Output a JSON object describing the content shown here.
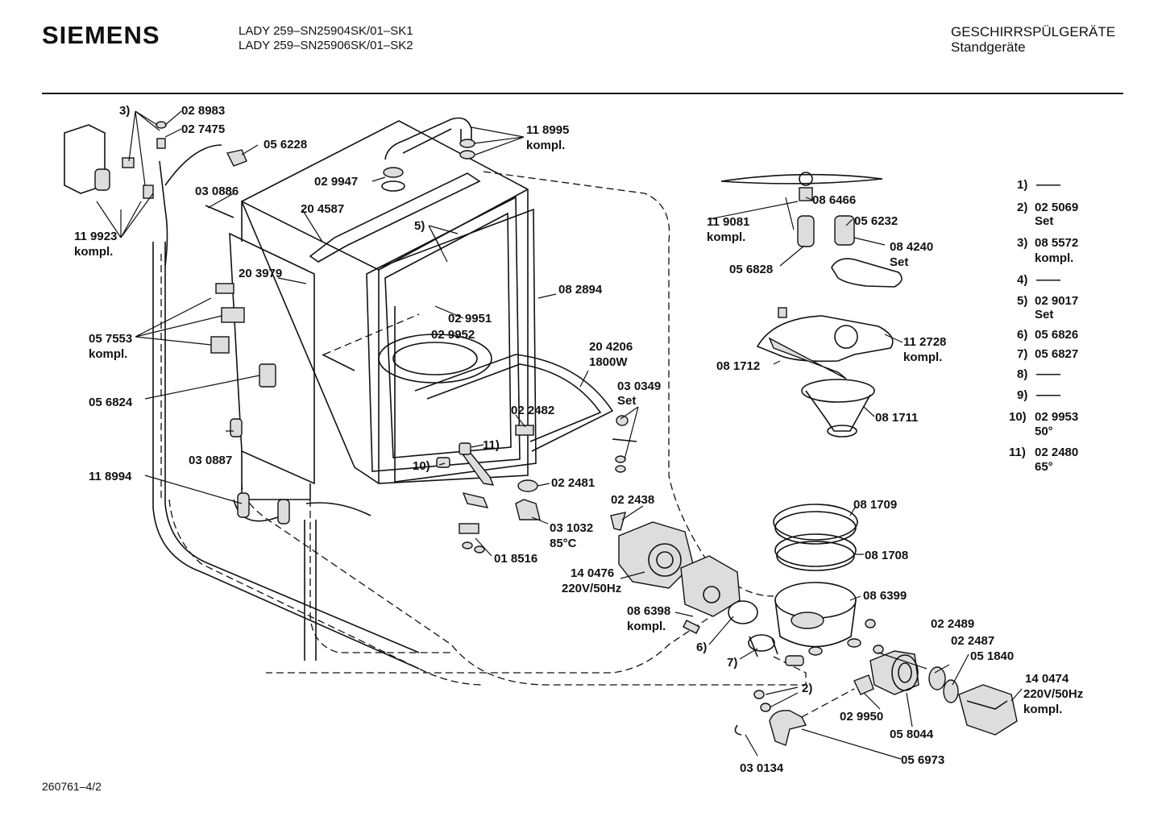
{
  "header": {
    "brand": "SIEMENS",
    "model_line1": "LADY 259–SN25904SK/01–SK1",
    "model_line2": "LADY 259–SN25906SK/01–SK2",
    "category": "GESCHIRRSPÜLGERÄTE",
    "subcategory": "Standgeräte"
  },
  "footer": {
    "drawing_number": "260761–4/2"
  },
  "labels": {
    "l3": "3)",
    "p028983": "02 8983",
    "p027475": "02 7475",
    "p056228": "05 6228",
    "p118995": "11 8995",
    "p118995k": "kompl.",
    "p029947": "02 9947",
    "p030886": "03 0886",
    "p204587": "20 4587",
    "l5": "5)",
    "p119923": "11 9923",
    "p119923k": "kompl.",
    "p203979": "20 3979",
    "p082894": "08 2894",
    "p029951": "02 9951",
    "p029952": "02 9952",
    "p057553": "05 7553",
    "p057553k": "kompl.",
    "p204206": "20 4206",
    "p204206w": "1800W",
    "p056824": "05 6824",
    "p030349": "03 0349",
    "p030349s": "Set",
    "p022482": "02 2482",
    "l11": "11)",
    "l10": "10)",
    "p030887": "03 0887",
    "p118994": "11 8994",
    "p022481": "02 2481",
    "p022438": "02 2438",
    "p031032": "03 1032",
    "p031032t": "85°C",
    "p018516": "01 8516",
    "p140476": "14 0476",
    "p140476v": "220V/50Hz",
    "p086398": "08 6398",
    "p086398k": "kompl.",
    "l6": "6)",
    "l7": "7)",
    "p086466": "08 6466",
    "p119081": "11 9081",
    "p119081k": "kompl.",
    "p056232": "05 6232",
    "p084240": "08 4240",
    "p084240s": "Set",
    "p056828": "05 6828",
    "p112728": "11 2728",
    "p112728k": "kompl.",
    "p081712": "08 1712",
    "p081711": "08 1711",
    "p081709": "08 1709",
    "p081708": "08 1708",
    "p086399": "08 6399",
    "p022489": "02 2489",
    "p022487": "02 2487",
    "p051840": "05 1840",
    "p140474": "14 0474",
    "p140474v": "220V/50Hz",
    "p140474k": "kompl.",
    "l2": "2)",
    "p029950": "02 9950",
    "p058044": "05 8044",
    "p030134": "03 0134",
    "p056973": "05 6973"
  },
  "legend": [
    {
      "num": "1)",
      "val": "——",
      "sub": ""
    },
    {
      "num": "2)",
      "val": "02 5069",
      "sub": "Set"
    },
    {
      "num": "3)",
      "val": "08 5572",
      "sub": "kompl."
    },
    {
      "num": "4)",
      "val": "——",
      "sub": ""
    },
    {
      "num": "5)",
      "val": "02 9017",
      "sub": "Set"
    },
    {
      "num": "6)",
      "val": "05 6826",
      "sub": ""
    },
    {
      "num": "7)",
      "val": "05 6827",
      "sub": ""
    },
    {
      "num": "8)",
      "val": "——",
      "sub": ""
    },
    {
      "num": "9)",
      "val": "——",
      "sub": ""
    },
    {
      "num": "10)",
      "val": "02 9953",
      "sub": "50°"
    },
    {
      "num": "11)",
      "val": "02 2480",
      "sub": "65°"
    }
  ]
}
